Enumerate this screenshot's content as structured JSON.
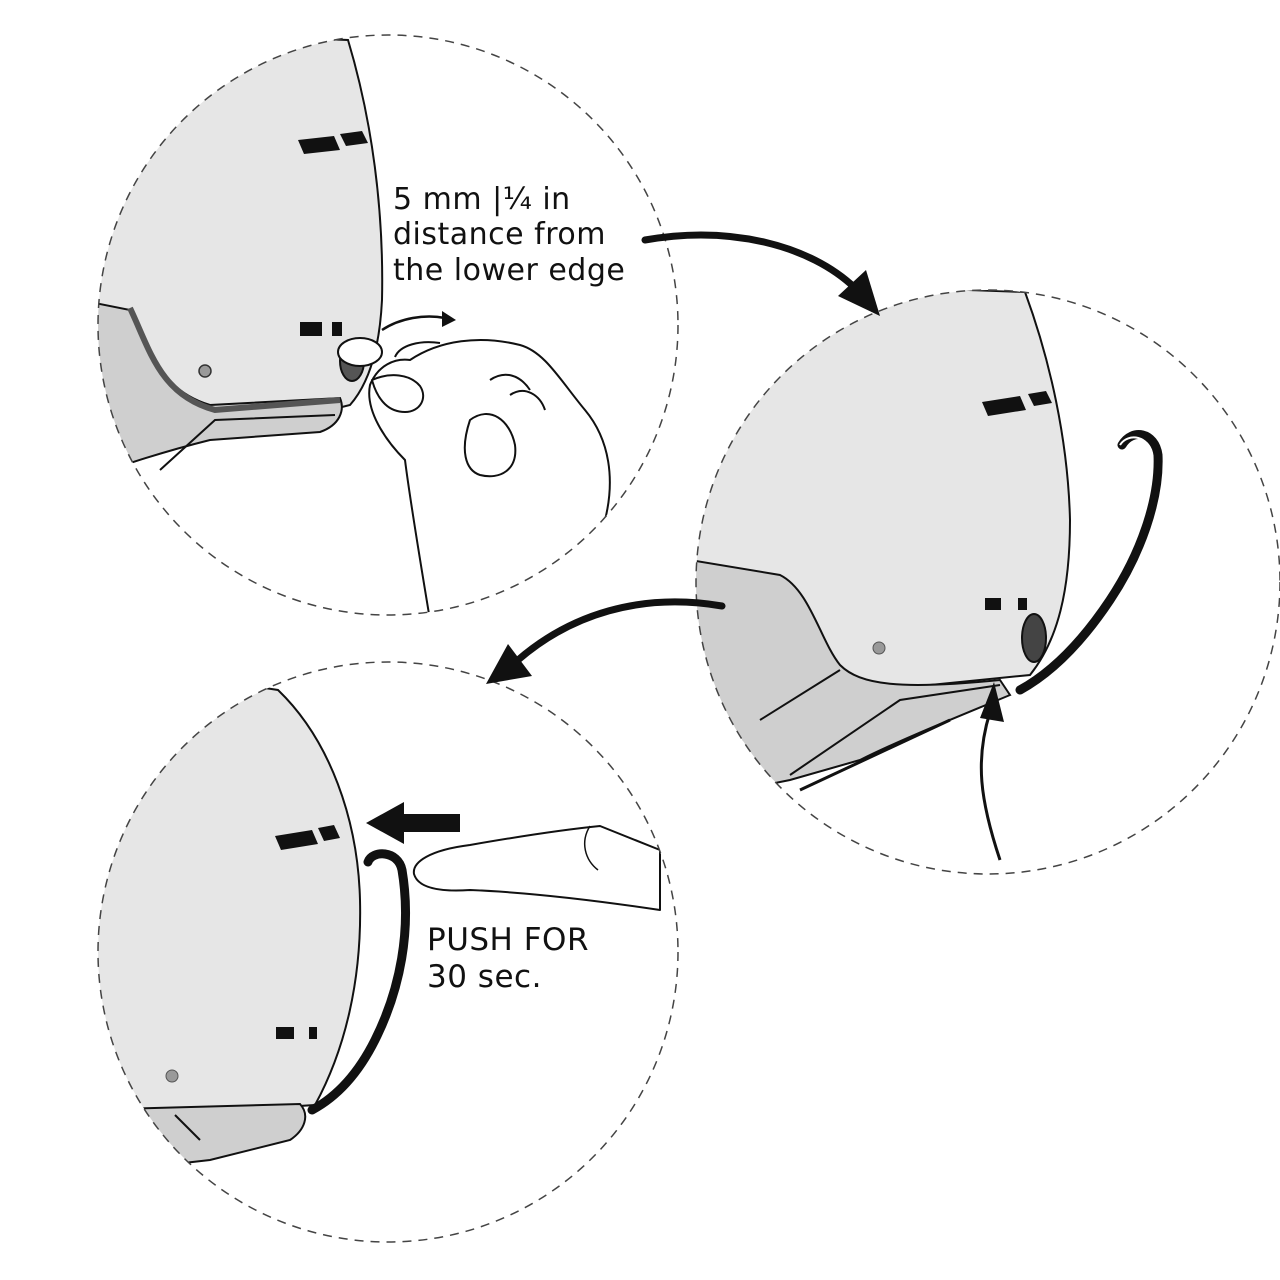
{
  "steps": [
    {
      "name": "position-magnet",
      "caption_lines": [
        "5 mm |¼ in",
        "distance from",
        "the lower edge"
      ]
    },
    {
      "name": "attach-strap",
      "caption_lines": []
    },
    {
      "name": "press-hold",
      "caption_lines": [
        "PUSH FOR",
        "30 sec."
      ]
    }
  ],
  "colors": {
    "helmet_shell": "#e6e6e6",
    "helmet_rim": "#cfcfcf",
    "ink": "#111111",
    "dashed_circle": "#444444",
    "background": "#ffffff"
  },
  "icons": [
    "hand-icon",
    "finger-icon",
    "magnet-clip-icon",
    "strap-icon",
    "curved-arrow-icon",
    "push-arrow-icon"
  ]
}
